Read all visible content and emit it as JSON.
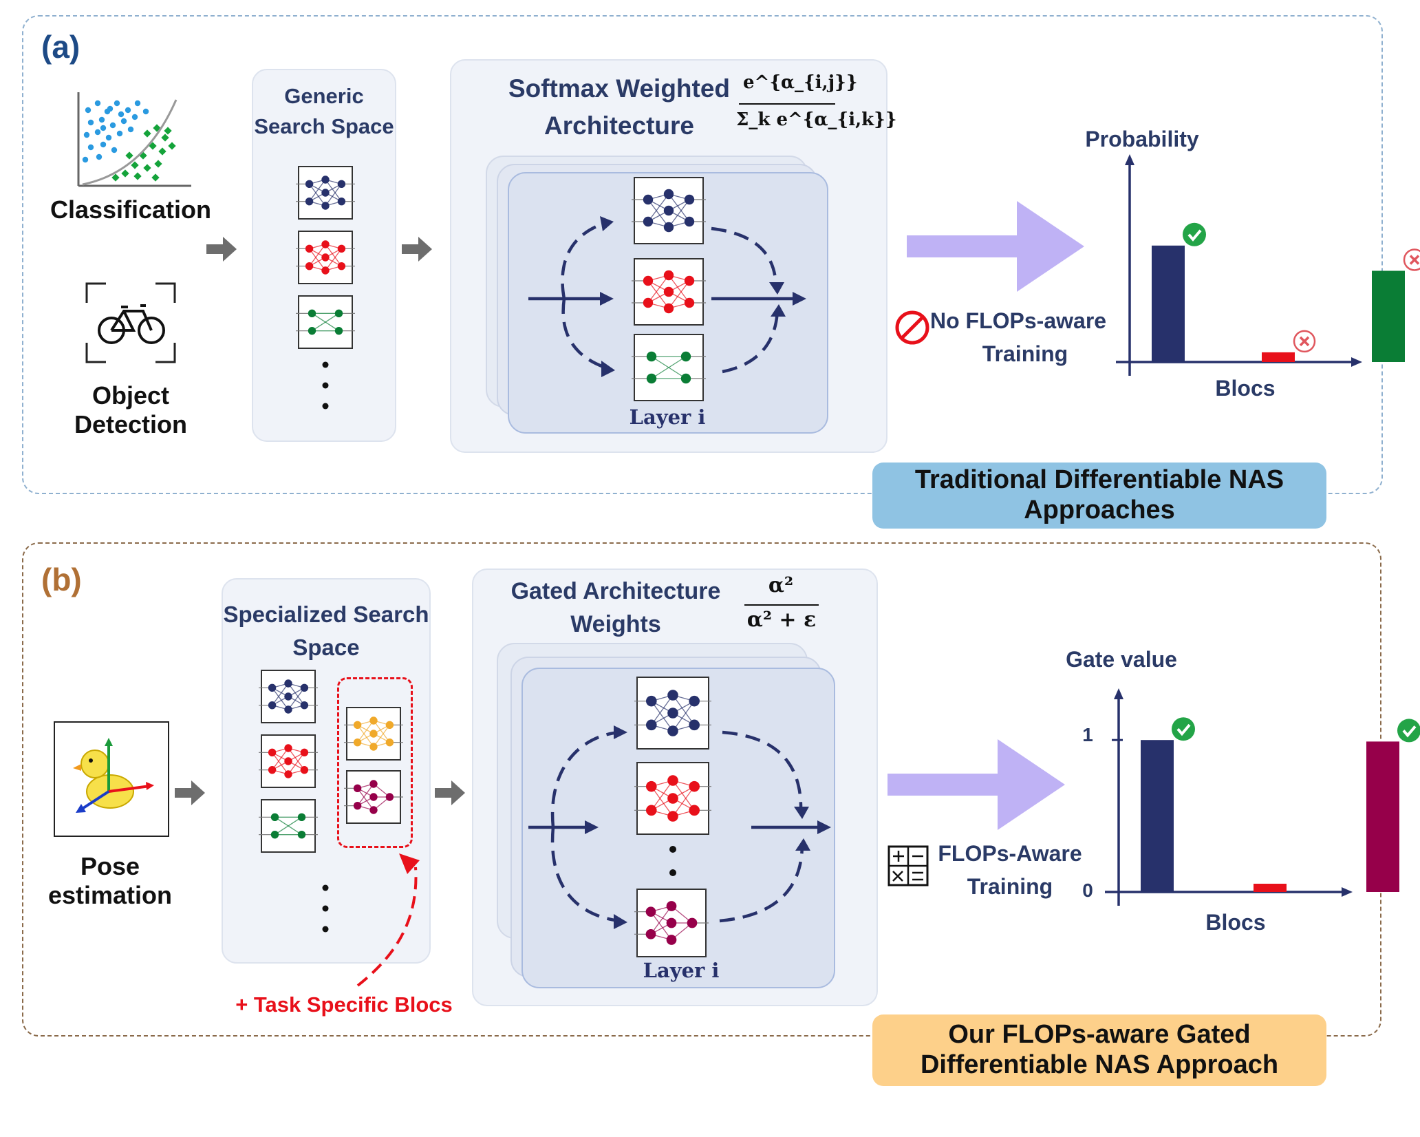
{
  "panel_a": {
    "tag": "(a)",
    "inputs": {
      "classification": "Classification",
      "object_detection_line1": "Object",
      "object_detection_line2": "Detection"
    },
    "search_space": {
      "line1": "Generic",
      "line2": "Search Space"
    },
    "architecture": {
      "line1": "Softmax Weighted",
      "line2": "Architecture",
      "formula_num": "e^{α_{i,j}}",
      "formula_den": "Σ_k e^{α_{i,k}}",
      "layer": "Layer i"
    },
    "training_note": {
      "line1": "No FLOPs-aware",
      "line2": "Training"
    },
    "chart_labels": {
      "ylabel": "Probability",
      "xlabel": "Blocs"
    },
    "banner": {
      "line1": "Traditional Differentiable NAS",
      "line2": "Approaches"
    }
  },
  "panel_b": {
    "tag": "(b)",
    "inputs": {
      "pose_line1": "Pose",
      "pose_line2": "estimation"
    },
    "search_space": {
      "line1": "Specialized Search",
      "line2": "Space",
      "task_specific": "+ Task Specific Blocs"
    },
    "architecture": {
      "line1": "Gated Architecture",
      "line2": "Weights",
      "formula_num": "α²",
      "formula_den": "α² + ε",
      "layer": "Layer i"
    },
    "training_note": {
      "line1": "FLOPs-Aware",
      "line2": "Training"
    },
    "chart_labels": {
      "ylabel": "Gate value",
      "xlabel": "Blocs",
      "tick_1": "1",
      "tick_0": "0"
    },
    "banner": {
      "line1": "Our FLOPs-aware Gated",
      "line2": "Differentiable NAS Approach"
    }
  },
  "chart_data": [
    {
      "type": "bar",
      "categories": [
        "",
        "",
        ""
      ],
      "values": [
        0.6,
        0.05,
        0.47
      ],
      "colors": [
        "#27316b",
        "#e8101a",
        "#0a7d35"
      ],
      "status": [
        "check",
        "cross",
        "cross"
      ],
      "xlabel": "Blocs",
      "ylabel": "Probability"
    },
    {
      "type": "bar",
      "categories": [
        "",
        "",
        ""
      ],
      "values": [
        1,
        0.03,
        0.99
      ],
      "colors": [
        "#27316b",
        "#e8101a",
        "#96004a"
      ],
      "status": [
        "check",
        "none",
        "check"
      ],
      "xlabel": "Blocs",
      "ylabel": "Gate value",
      "yticks": [
        0,
        1
      ]
    }
  ],
  "colors": {
    "navy": "#27316b",
    "red": "#e8101a",
    "green": "#0a7d35",
    "orange": "#f0a92a",
    "maroon": "#96004a",
    "lavender_arrow": "#bfb2f5",
    "banner_a": "#8fc3e3",
    "banner_b": "#fdd08a",
    "tag_a": "#1d4a86",
    "tag_b": "#b07035"
  },
  "icons": [
    "scatter-plot-icon",
    "bicycle-icon",
    "duck-pose-icon",
    "no-entry-icon",
    "calculator-icon",
    "check-icon",
    "cross-icon"
  ]
}
